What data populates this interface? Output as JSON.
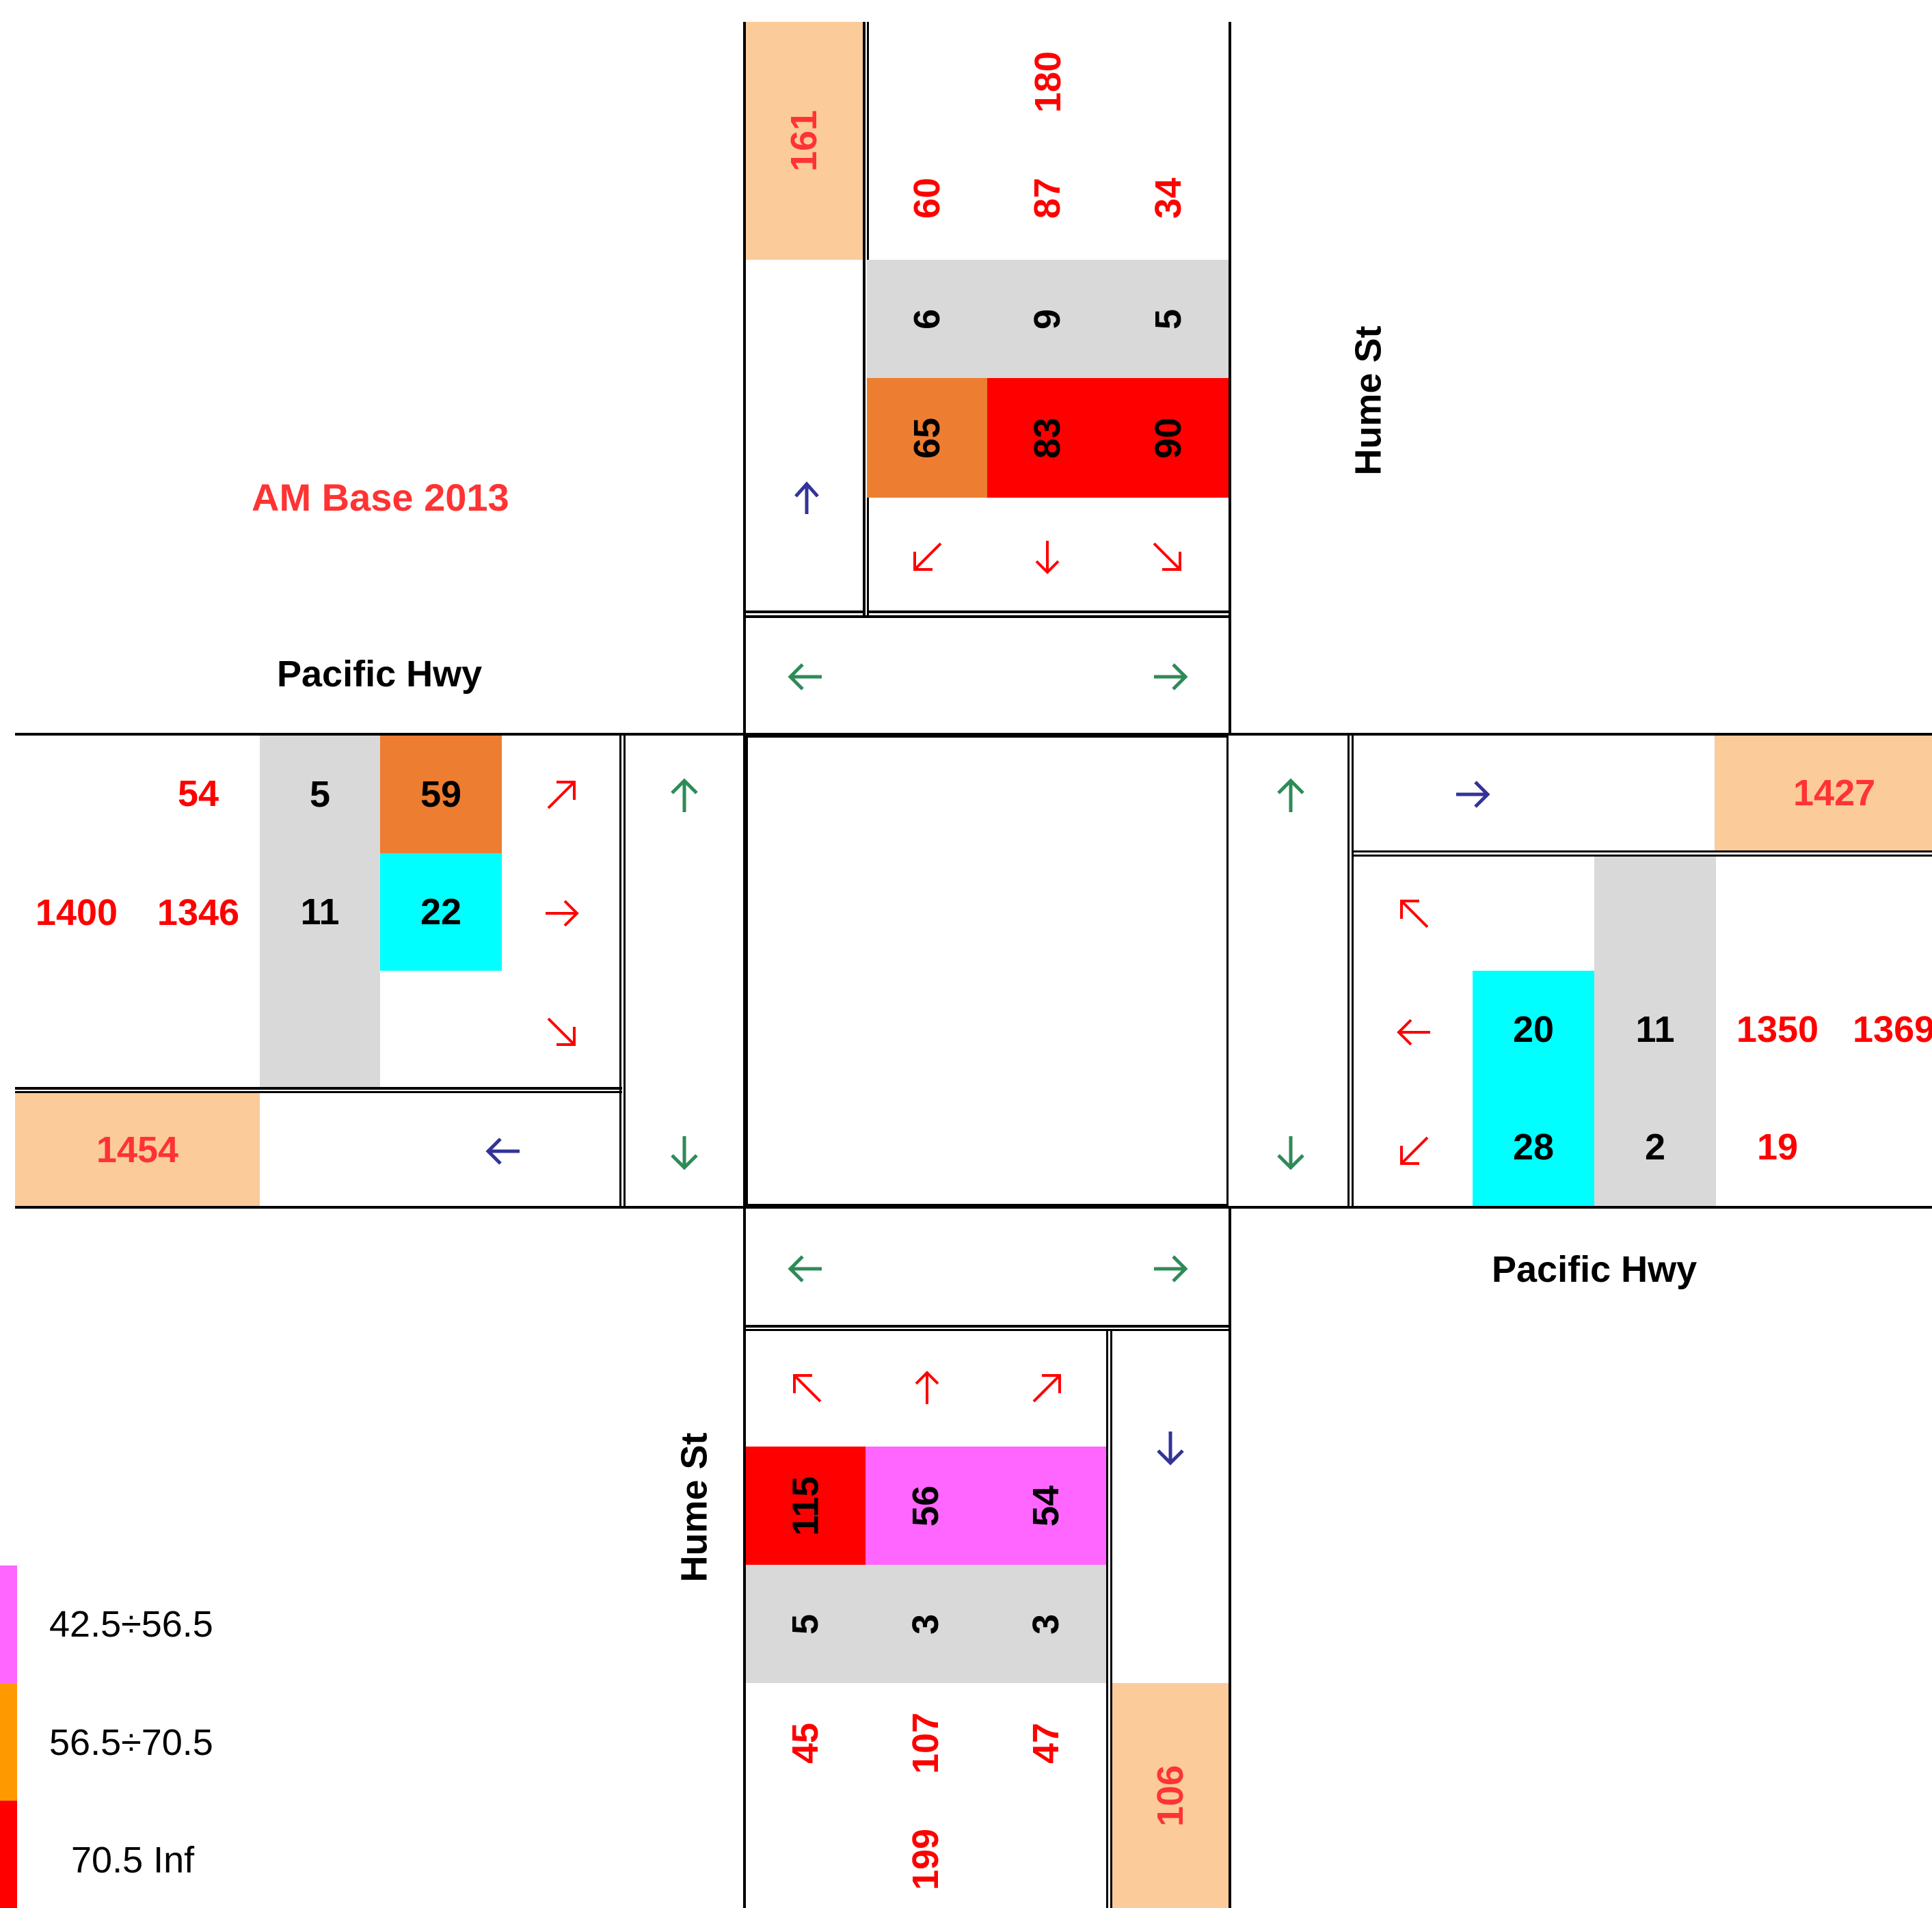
{
  "title": "AM Base 2013",
  "street_labels": {
    "pacific_hwy_west": "Pacific Hwy",
    "pacific_hwy_east": "Pacific Hwy",
    "hume_st_north": "Hume St",
    "hume_st_south": "Hume St"
  },
  "north": {
    "approach_total": "180",
    "exit_total": "161",
    "movement_volumes": [
      "60",
      "87",
      "34"
    ],
    "heavy_pct": [
      "6",
      "9",
      "5"
    ],
    "delay": [
      "65",
      "83",
      "90"
    ]
  },
  "west": {
    "movement_volumes": [
      "54",
      "1346"
    ],
    "approach_total": "1400",
    "exit_total": "1454",
    "heavy_pct": [
      "5",
      "11"
    ],
    "delay": [
      "59",
      "22"
    ]
  },
  "east": {
    "exit_total": "1427",
    "movement_volumes": [
      "1350",
      "19"
    ],
    "approach_total": "1369",
    "heavy_pct": [
      "11",
      "2"
    ],
    "delay": [
      "20",
      "28"
    ]
  },
  "south": {
    "delay": [
      "115",
      "56",
      "54"
    ],
    "heavy_pct": [
      "5",
      "3",
      "3"
    ],
    "movement_volumes": [
      "45",
      "107",
      "47"
    ],
    "approach_total": "199",
    "exit_total": "106"
  },
  "legend": [
    {
      "label": "42.5÷56.5",
      "color": "#ff66ff"
    },
    {
      "label": "56.5÷70.5",
      "color": "#ff9900"
    },
    {
      "label": "70.5 Inf",
      "color": "#ff0000"
    }
  ],
  "colors": {
    "peach": "#fbcb9a",
    "grey": "#d9d9d9",
    "orange": "#ed7d31",
    "red": "#ff0000",
    "cyan": "#00ffff",
    "magenta": "#ff66ff",
    "volume_text": "#ff0000",
    "title_text": "#ff3333",
    "blue_arrow": "#333399",
    "green_arrow": "#2e8b57",
    "red_arrow": "#ff0000"
  }
}
